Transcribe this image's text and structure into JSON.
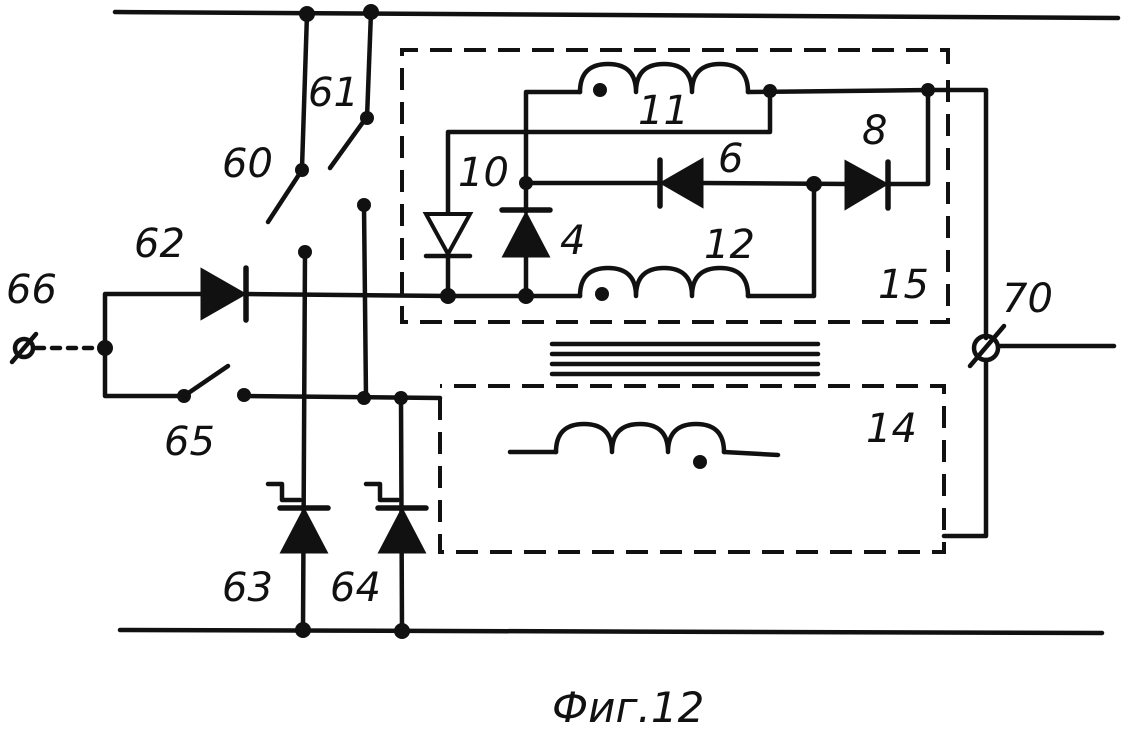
{
  "labels": {
    "l60": "60",
    "l61": "61",
    "l62": "62",
    "l63": "63",
    "l64": "64",
    "l65": "65",
    "l66": "66",
    "l70": "70",
    "l4": "4",
    "l6": "6",
    "l8": "8",
    "l10": "10",
    "l11": "11",
    "l12": "12",
    "l14": "14",
    "l15": "15"
  },
  "caption": "Фиг.12"
}
